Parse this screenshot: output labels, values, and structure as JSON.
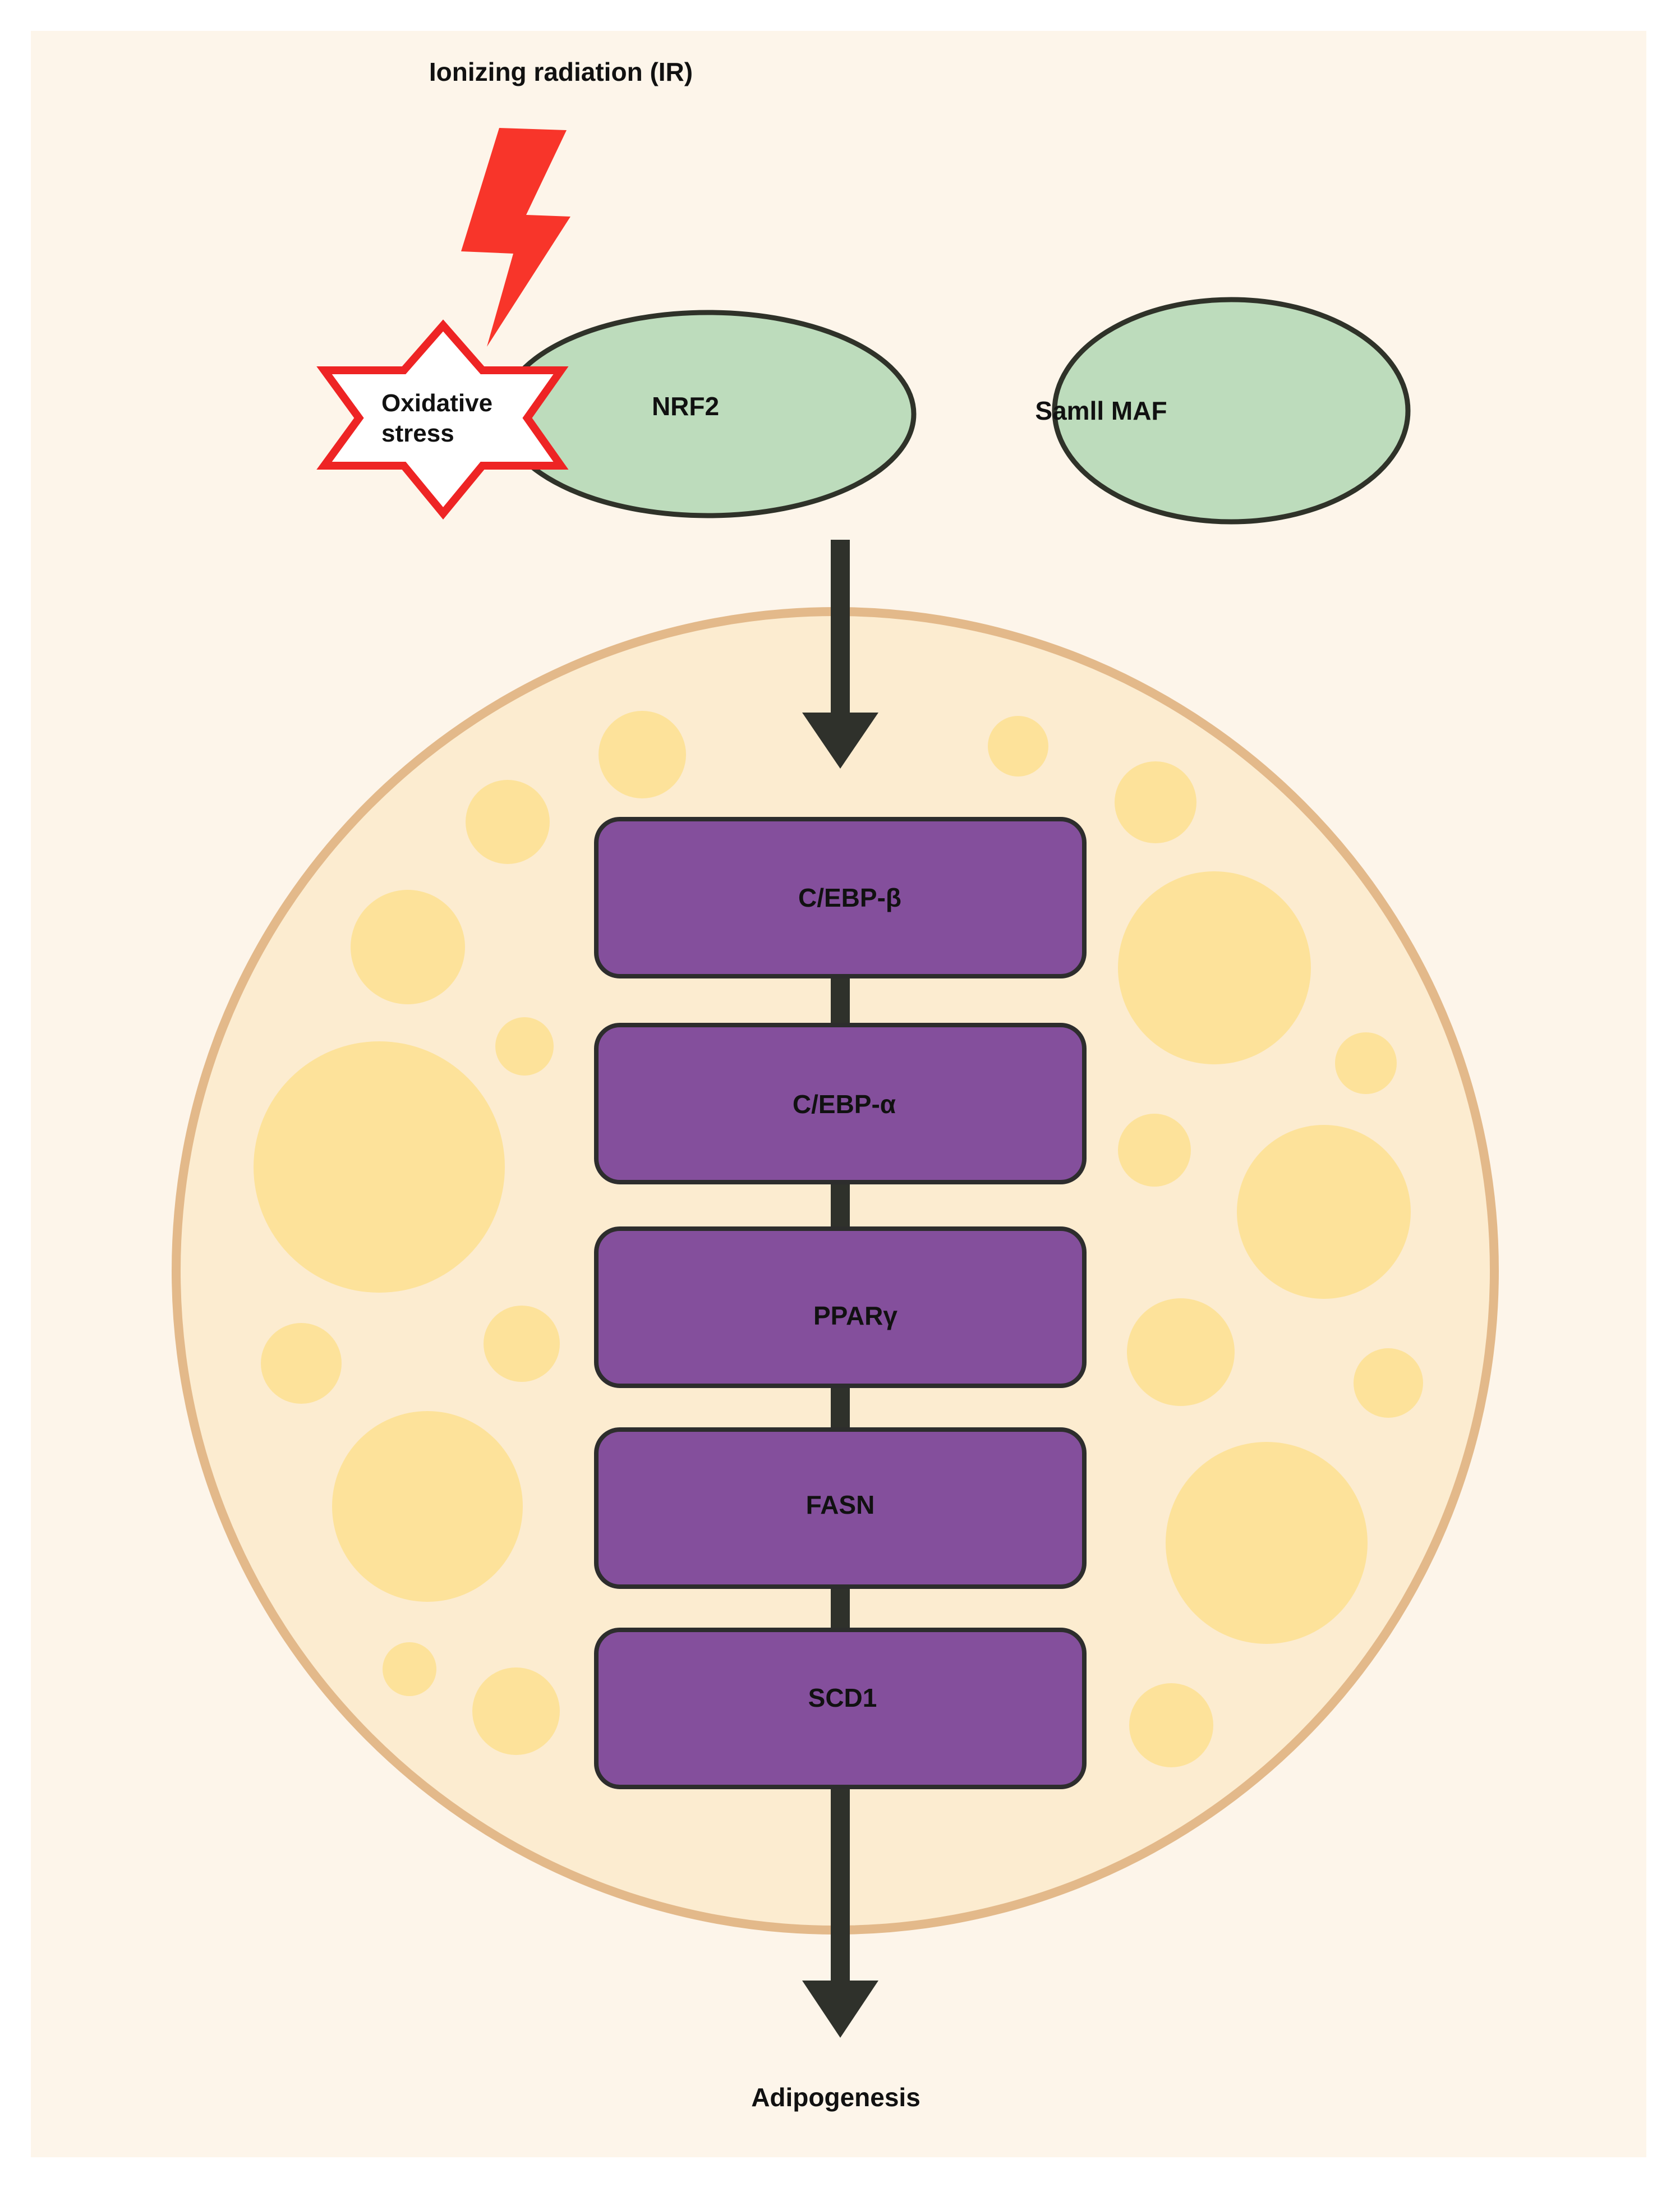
{
  "trigger": {
    "label": "Ionizing radiation (IR)"
  },
  "stress": {
    "line1": "Oxidative",
    "line2": "stress"
  },
  "complex": {
    "left_label": "NRF2",
    "right_label": "Samll MAF"
  },
  "cascade": [
    {
      "label": "C/EBP-β"
    },
    {
      "label": "C/EBP-α"
    },
    {
      "label": "PPARγ"
    },
    {
      "label": "FASN"
    },
    {
      "label": "SCD1"
    }
  ],
  "outcome": {
    "label": "Adipogenesis"
  },
  "colors": {
    "background": "#fdf5ea",
    "cell_fill": "#fcecd0",
    "cell_border": "#e3b98a",
    "droplet": "#fde29a",
    "protein_fill": "#bddcbc",
    "protein_border": "#2f3229",
    "box_fill": "#844f9c",
    "box_border": "#2d2d2d",
    "arrow": "#2f312b",
    "lightning": "#f8352a",
    "star_border": "#ee2424"
  }
}
